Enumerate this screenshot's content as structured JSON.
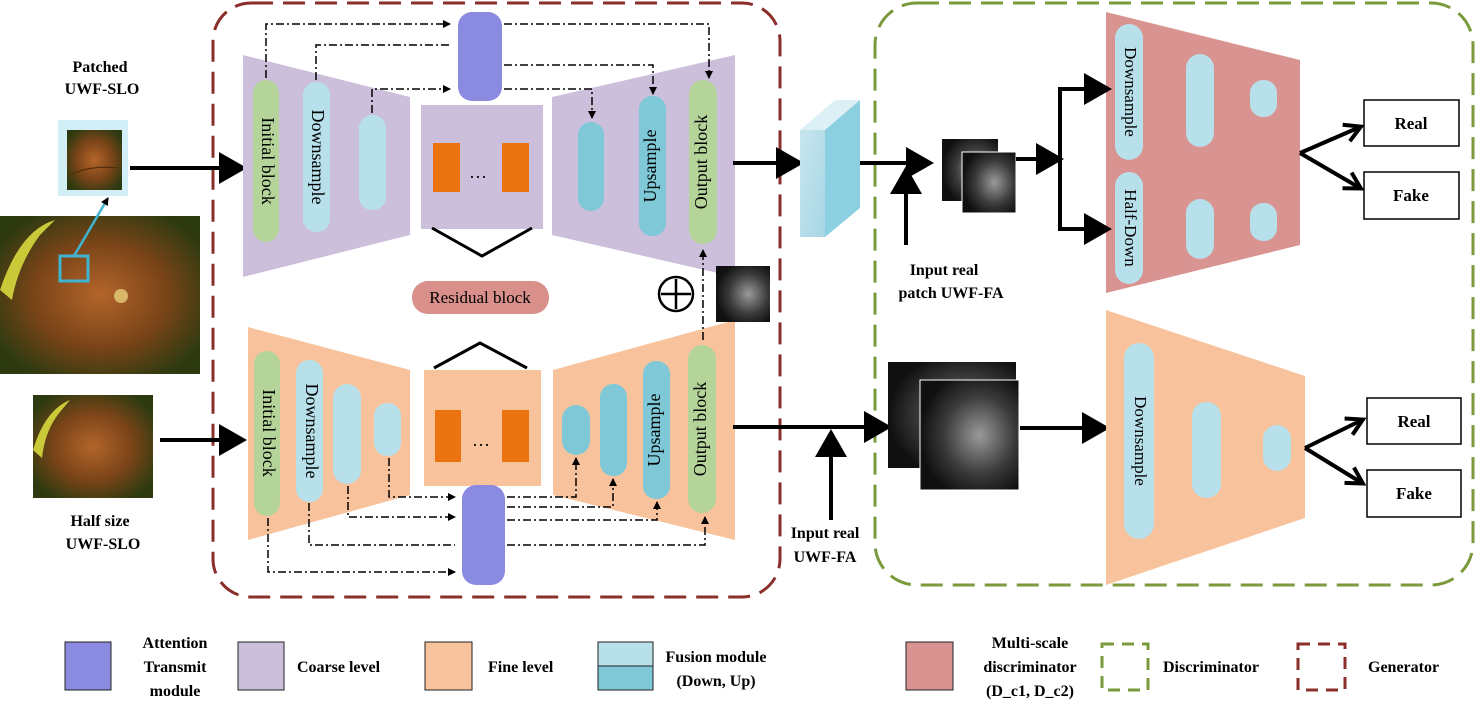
{
  "inputs": {
    "patched_line1": "Patched",
    "patched_line2": "UWF-SLO",
    "half_line1": "Half size",
    "half_line2": "UWF-SLO"
  },
  "generator": {
    "coarse": {
      "initial_block": "Initial block",
      "downsample": "Downsample",
      "upsample": "Upsample",
      "output_block": "Output block",
      "ellipsis": "…"
    },
    "residual_block": "Residual block",
    "fine": {
      "initial_block": "Initial block",
      "downsample": "Downsample",
      "upsample": "Upsample",
      "output_block": "Output block",
      "ellipsis": "…"
    },
    "add_symbol": "⊕"
  },
  "annotations": {
    "input_real_patch_line1": "Input real",
    "input_real_patch_line2": "patch UWF-FA",
    "input_real_full_line1": "Input real",
    "input_real_full_line2": "UWF-FA"
  },
  "discriminator": {
    "top_downsample": "Downsample",
    "top_halfdown": "Half-Down",
    "bottom_downsample": "Downsample",
    "real_top": "Real",
    "fake_top": "Fake",
    "real_bottom": "Real",
    "fake_bottom": "Fake"
  },
  "legend": {
    "attention_line1": "Attention",
    "attention_line2": "Transmit",
    "attention_line3": "module",
    "coarse": "Coarse level",
    "fine": "Fine level",
    "fusion_line1": "Fusion module",
    "fusion_line2": "(Down, Up)",
    "multiscale_line1": "Multi-scale",
    "multiscale_line2": "discriminator",
    "multiscale_line3": "(D_c1, D_c2)",
    "discriminator": "Discriminator",
    "generator": "Generator"
  },
  "colors": {
    "coarse": "#cbbfdb",
    "fine": "#f8c39c",
    "attention": "#8a8ae0",
    "fusion": "#7ec8d8",
    "fusion_light": "#b7e0ea",
    "green_block": "#b5d49a",
    "orange_block": "#ec7410",
    "residual": "#d9908b",
    "disc_red": "#d99491",
    "gen_border": "#8b2f2a",
    "disc_border": "#7a9a3c"
  }
}
